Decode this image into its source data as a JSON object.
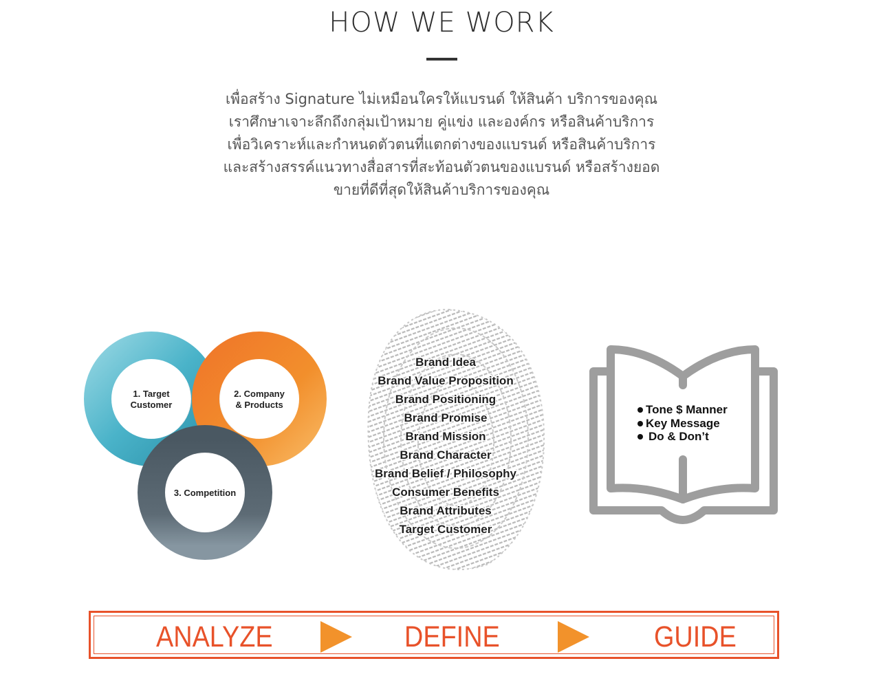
{
  "header": {
    "title": "HOW WE WORK"
  },
  "intro": {
    "lines": [
      "เพื่อสร้าง Signature ไม่เหมือนใครให้แบรนด์ ให้สินค้า บริการของคุณ",
      "เราศึกษาเจาะลึกถึงกลุ่มเป้าหมาย คู่แข่ง และองค์กร หรือสินค้าบริการ",
      "เพื่อวิเคราะห์และกำหนดตัวตนที่แตกต่างของแบรนด์ หรือสินค้าบริการ",
      "และสร้างสรรค์แนวทางสื่อสารที่สะท้อนตัวตนของแบรนด์ หรือสร้างยอด",
      "ขายที่ดีที่สุดให้สินค้าบริการของคุณ"
    ]
  },
  "analyze": {
    "rings": [
      {
        "line1": "1. Target",
        "line2": "Customer",
        "color": "#4ab3c9"
      },
      {
        "line1": "2. Company",
        "line2": "& Products",
        "color": "#f0882a"
      },
      {
        "line1": "3. Competition",
        "line2": "",
        "color": "#5d6b75"
      }
    ]
  },
  "define": {
    "items": [
      "Brand Idea",
      "Brand Value Proposition",
      "Brand Positioning",
      "Brand Promise",
      "Brand Mission",
      "Brand Character",
      "Brand Belief / Philosophy",
      "Consumer Benefits",
      "Brand Attributes",
      "Target Customer"
    ]
  },
  "guide": {
    "items": [
      "Tone $ Manner",
      "Key Message",
      "Do & Don’t"
    ]
  },
  "banner": {
    "steps": [
      "ANALYZE",
      "DEFINE",
      "GUIDE"
    ],
    "accent": "#e8522a",
    "arrow_color": "#f2922b"
  }
}
